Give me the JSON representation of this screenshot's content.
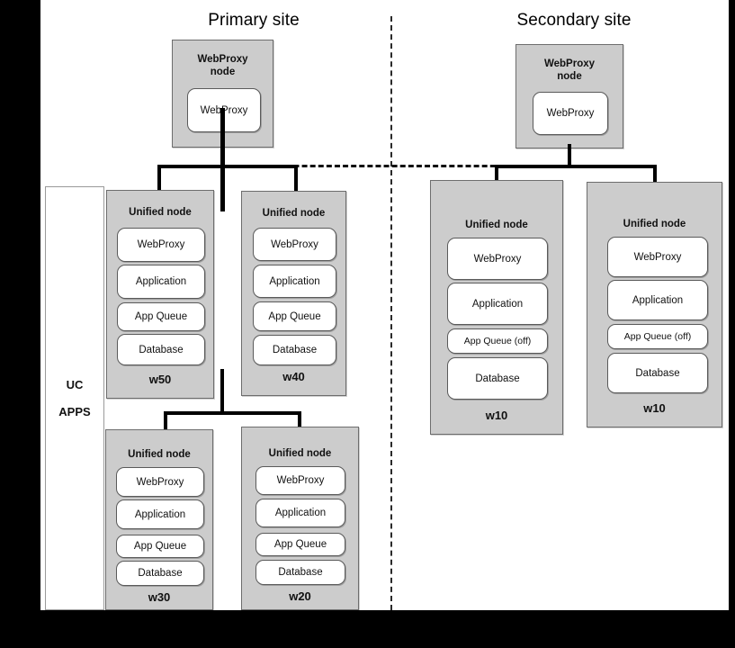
{
  "diagram": {
    "title_primary": "Primary site",
    "title_secondary": "Secondary site",
    "uc_panel": {
      "line1": "UC",
      "line2": "APPS"
    },
    "labels": {
      "webproxy_node": "WebProxy\nnode",
      "webproxy_node_l1": "WebProxy",
      "webproxy_node_l2": "node",
      "unified_node": "Unified node",
      "webproxy": "WebProxy",
      "application": "Application",
      "app_queue": "App Queue",
      "app_queue_spaced": "App  Queue",
      "app_queue_off": "App Queue (off)",
      "database": "Database"
    },
    "colors": {
      "node_fill": "#cccccc",
      "node_stroke": "#6d6d6d",
      "pill_fill": "#ffffff",
      "pill_stroke": "#5a5a5a",
      "connector": "#000000",
      "canvas": "#ffffff",
      "matte": "#000000"
    },
    "primary_site": {
      "proxy_node": {
        "title_line1": "WebProxy",
        "title_line2": "node",
        "service": "WebProxy"
      },
      "nodes": [
        {
          "id": "w50",
          "title": "Unified node",
          "footer": "w50",
          "services": [
            "WebProxy",
            "Application",
            "App  Queue",
            "Database"
          ]
        },
        {
          "id": "w40",
          "title": "Unified node",
          "footer": "w40",
          "services": [
            "WebProxy",
            "Application",
            "App Queue",
            "Database"
          ]
        },
        {
          "id": "w30",
          "title": "Unified node",
          "footer": "w30",
          "services": [
            "WebProxy",
            "Application",
            "App Queue",
            "Database"
          ]
        },
        {
          "id": "w20",
          "title": "Unified node",
          "footer": "w20",
          "services": [
            "WebProxy",
            "Application",
            "App Queue",
            "Database"
          ]
        }
      ]
    },
    "secondary_site": {
      "proxy_node": {
        "title_line1": "WebProxy",
        "title_line2": "node",
        "service": "WebProxy"
      },
      "nodes": [
        {
          "id": "w10-left",
          "title": "Unified node",
          "footer": "w10",
          "services": [
            "WebProxy",
            "Application",
            "App Queue (off)",
            "Database"
          ]
        },
        {
          "id": "w10-right",
          "title": "Unified node",
          "footer": "w10",
          "services": [
            "WebProxy",
            "Application",
            "App Queue (off)",
            "Database"
          ]
        }
      ]
    }
  }
}
